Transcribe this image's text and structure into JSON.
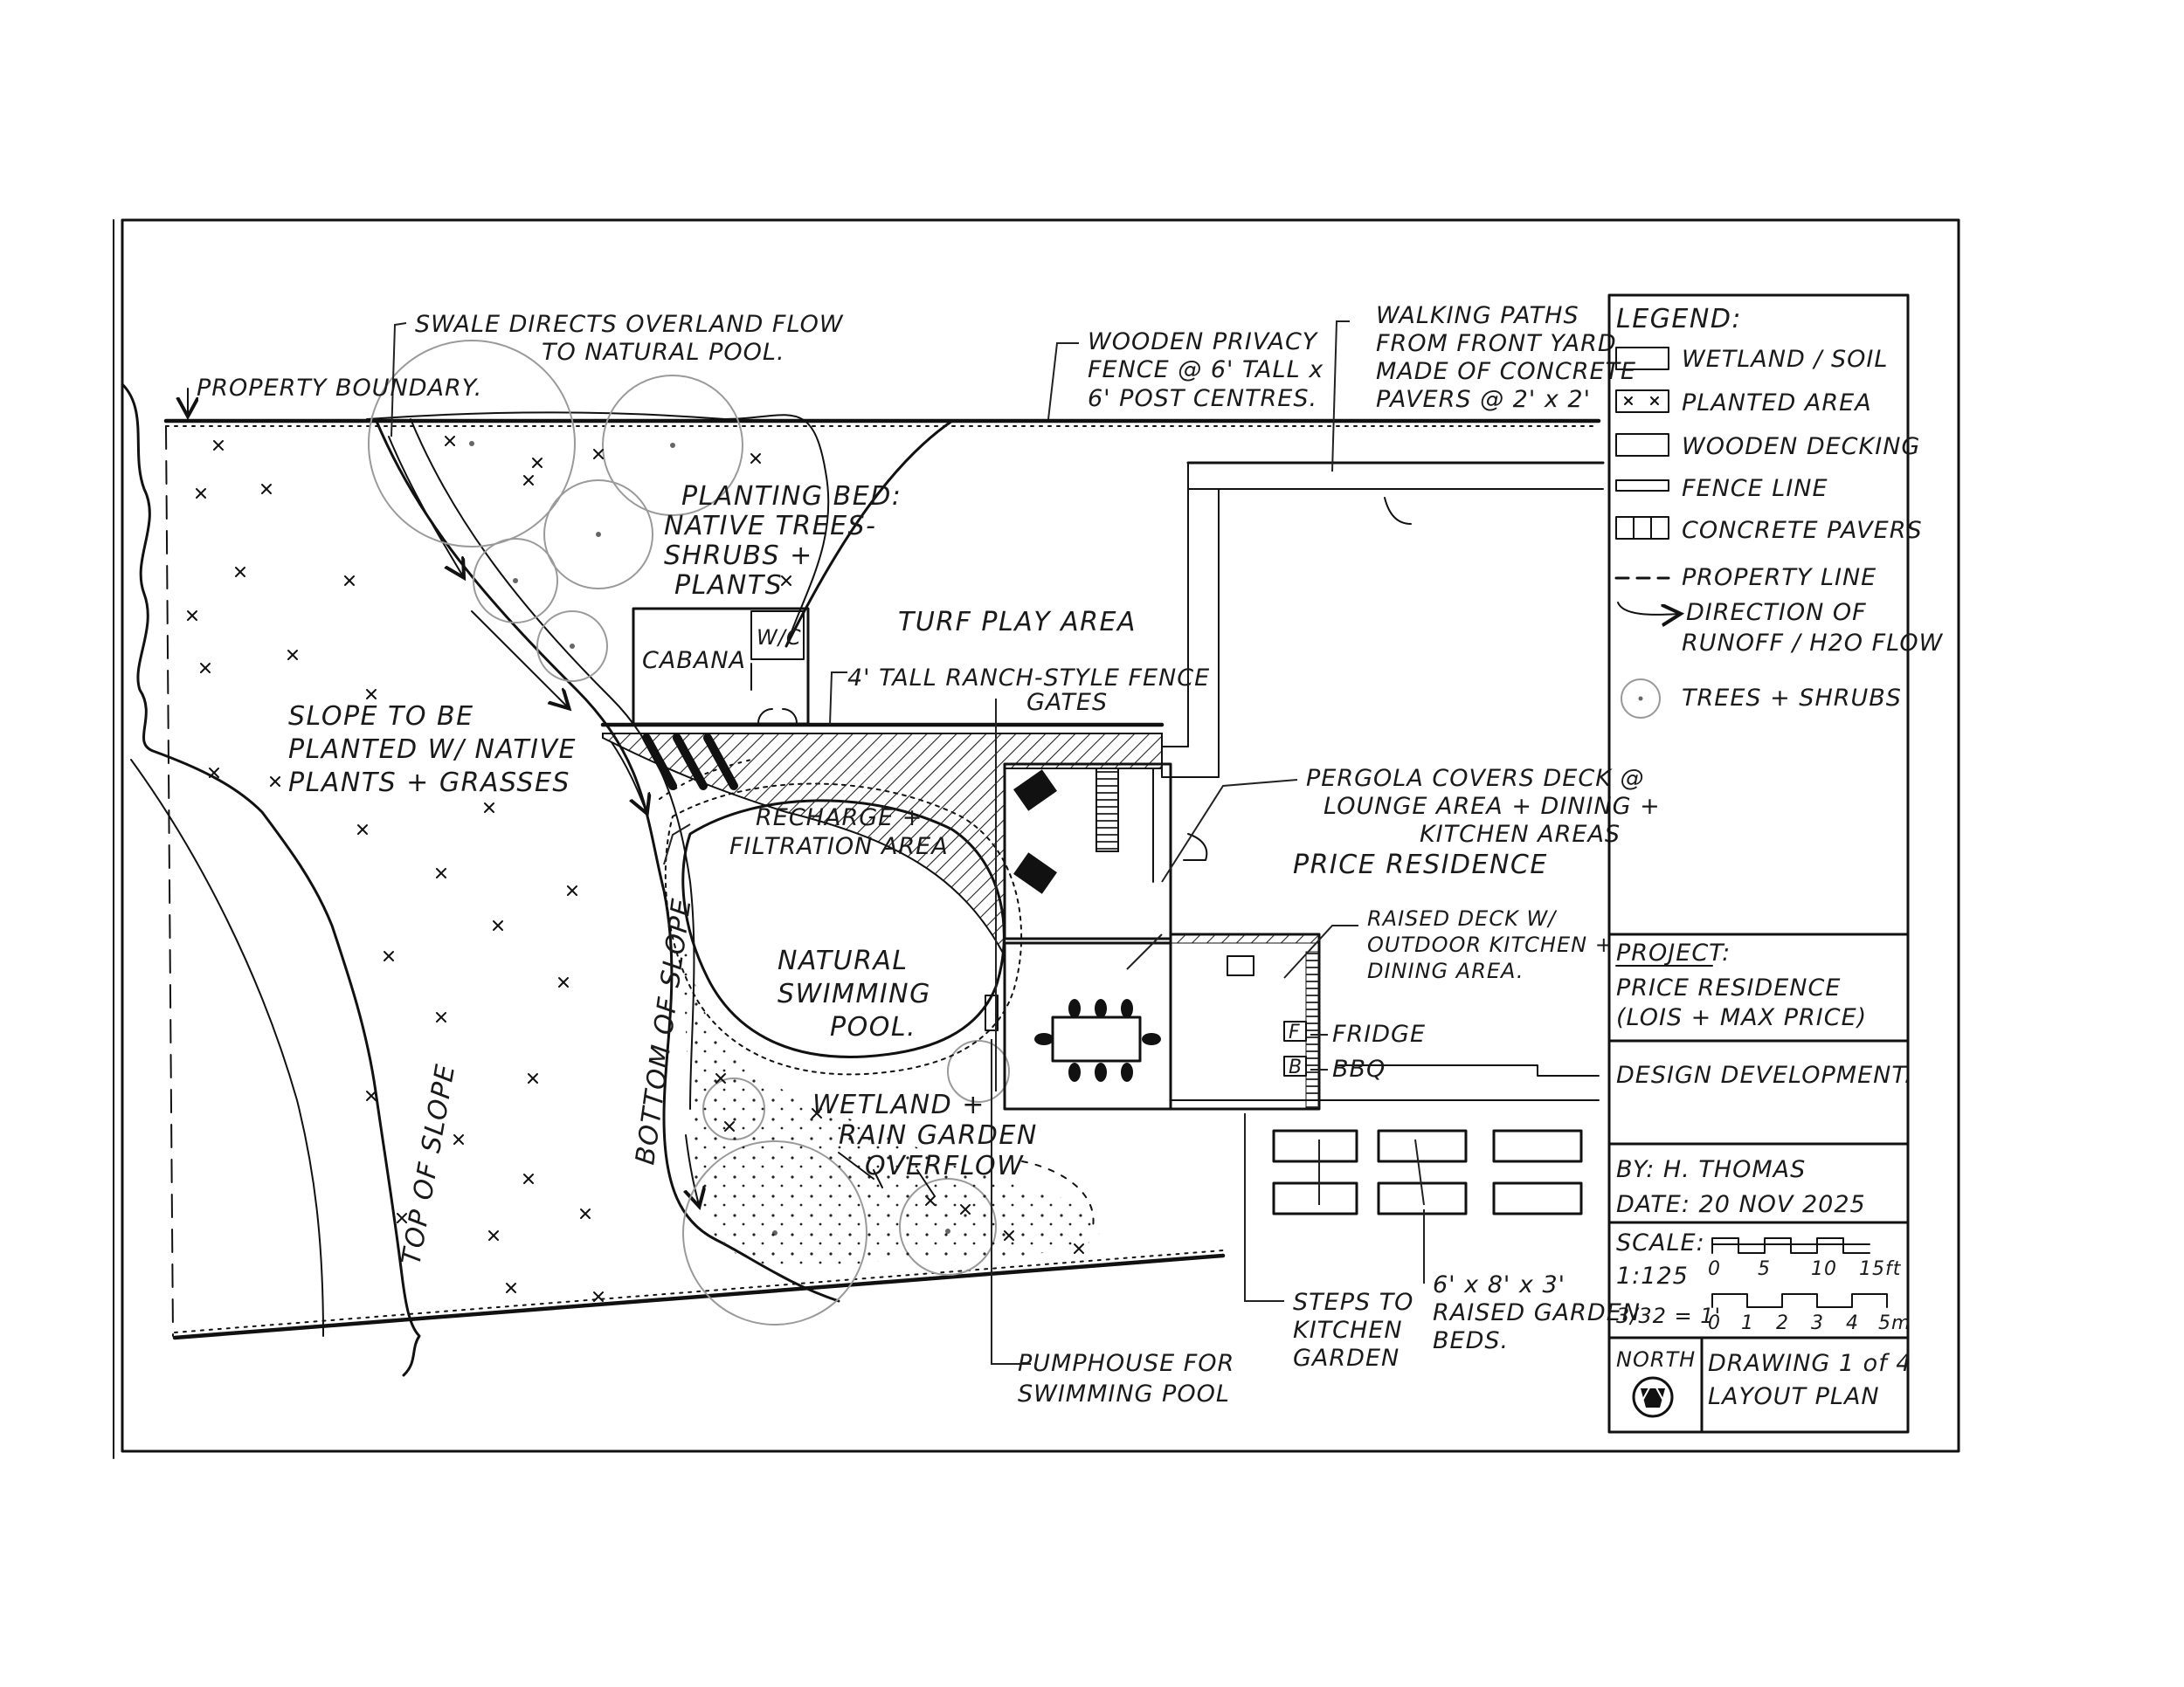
{
  "title_block": {
    "legend_title": "LEGEND:",
    "legend_items": [
      {
        "label": "WETLAND / SOIL"
      },
      {
        "label": "PLANTED AREA"
      },
      {
        "label": "WOODEN DECKING"
      },
      {
        "label": "FENCE LINE"
      },
      {
        "label": "CONCRETE PAVERS"
      },
      {
        "label": "PROPERTY LINE"
      },
      {
        "label": "DIRECTION OF"
      },
      {
        "label": "RUNOFF / H2O FLOW"
      },
      {
        "label": "TREES + SHRUBS"
      }
    ],
    "project_label": "PROJECT:",
    "project_name": "PRICE RESIDENCE",
    "project_clients": "(LOIS + MAX PRICE)",
    "phase": "DESIGN DEVELOPMENT.",
    "by": "BY: H. THOMAS",
    "date": "DATE: 20 NOV 2025",
    "scale_label": "SCALE:",
    "scale_ratio": "1:125",
    "scale_imperial": "3/32 = 1'",
    "scale_ticks_ft": [
      "0",
      "5",
      "10",
      "15ft"
    ],
    "scale_ticks_m": [
      "0",
      "1",
      "2",
      "3",
      "4",
      "5m"
    ],
    "north_label": "NORTH",
    "drawing_number": "DRAWING 1 of 4",
    "drawing_name": "LAYOUT PLAN"
  },
  "labels": {
    "property_boundary": "PROPERTY BOUNDARY.",
    "swale_line1": "SWALE DIRECTS OVERLAND FLOW",
    "swale_line2": "TO NATURAL POOL.",
    "fence_line1": "WOODEN PRIVACY",
    "fence_line2": "FENCE @ 6' TALL x",
    "fence_line3": "6' POST CENTRES.",
    "paths_line1": "WALKING PATHS",
    "paths_line2": "FROM FRONT YARD",
    "paths_line3": "MADE OF CONCRETE",
    "paths_line4": "PAVERS @ 2' x 2'",
    "bed_line1": "PLANTING BED:",
    "bed_line2": "NATIVE TREES-",
    "bed_line3": "SHRUBS +",
    "bed_line4": "PLANTS",
    "turf": "TURF PLAY AREA",
    "cabana": "CABANA",
    "wc": "W/C",
    "ranch_fence": "4' TALL RANCH-STYLE FENCE",
    "gates": "GATES",
    "slope_line1": "SLOPE TO BE",
    "slope_line2": "PLANTED W/ NATIVE",
    "slope_line3": "PLANTS + GRASSES",
    "recharge_line1": "RECHARGE +",
    "recharge_line2": "FILTRATION AREA",
    "pergola_line1": "PERGOLA COVERS DECK @",
    "pergola_line2": "LOUNGE AREA + DINING +",
    "pergola_line3": "KITCHEN AREAS",
    "residence": "PRICE RESIDENCE",
    "raised_line1": "RAISED DECK W/",
    "raised_line2": "OUTDOOR KITCHEN +",
    "raised_line3": "DINING AREA.",
    "pool_line1": "NATURAL",
    "pool_line2": "SWIMMING",
    "pool_line3": "POOL.",
    "fridge_key": "F",
    "fridge": "FRIDGE",
    "bbq_key": "B",
    "bbq": "BBQ",
    "wetland_line1": "WETLAND +",
    "wetland_line2": "RAIN GARDEN",
    "wetland_line3": "OVERFLOW",
    "bottom_slope": "BOTTOM OF SLOPE",
    "top_slope": "TOP OF SLOPE",
    "steps_line1": "STEPS TO",
    "steps_line2": "KITCHEN",
    "steps_line3": "GARDEN",
    "beds_line1": "6' x 8' x 3'",
    "beds_line2": "RAISED GARDEN",
    "beds_line3": "BEDS.",
    "pump_line1": "PUMPHOUSE FOR",
    "pump_line2": "SWIMMING POOL"
  }
}
